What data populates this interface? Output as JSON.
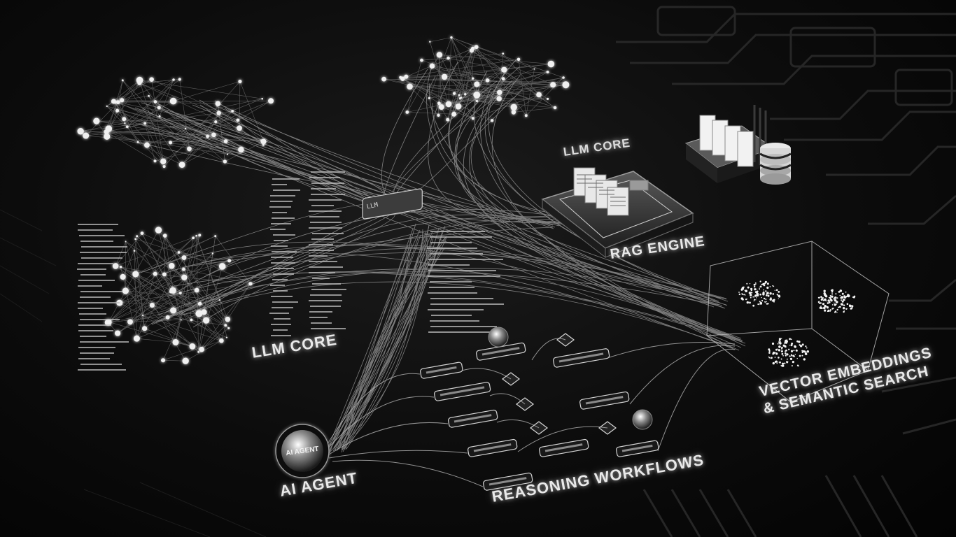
{
  "labels": {
    "llm_core_left": "LLM CORE",
    "llm_core_top": "LLM CORE",
    "rag_engine": "RAG ENGINE",
    "ai_agent": "AI AGENT",
    "reasoning_workflows": "REASONING WORKFLOWS",
    "vector_line1": "VECTOR EMBEDDINGS",
    "vector_line2": "& SEMANTIC SEARCH"
  },
  "agent_badge": "AI AGENT",
  "chip": "LLM",
  "colors": {
    "background": "#050505",
    "glow": "#ffffff",
    "line": "#cfcfcf",
    "dim": "#6a6a6a"
  }
}
